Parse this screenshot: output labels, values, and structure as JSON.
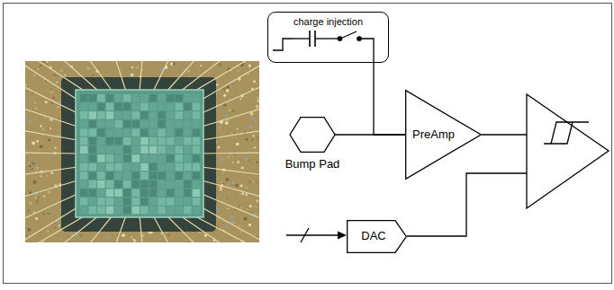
{
  "diagram": {
    "nodes": [
      {
        "text": [
          "charge injection"
        ]
      },
      {
        "text": [
          "Bump Pad"
        ]
      },
      {
        "text": [
          "PreAmp"
        ]
      },
      {
        "text": [
          "DAC"
        ]
      }
    ],
    "edges": [
      {
        "from": 1,
        "to": 2,
        "arrow": "none"
      },
      {
        "from": 0,
        "to": 2,
        "arrow": "none"
      }
    ]
  }
}
